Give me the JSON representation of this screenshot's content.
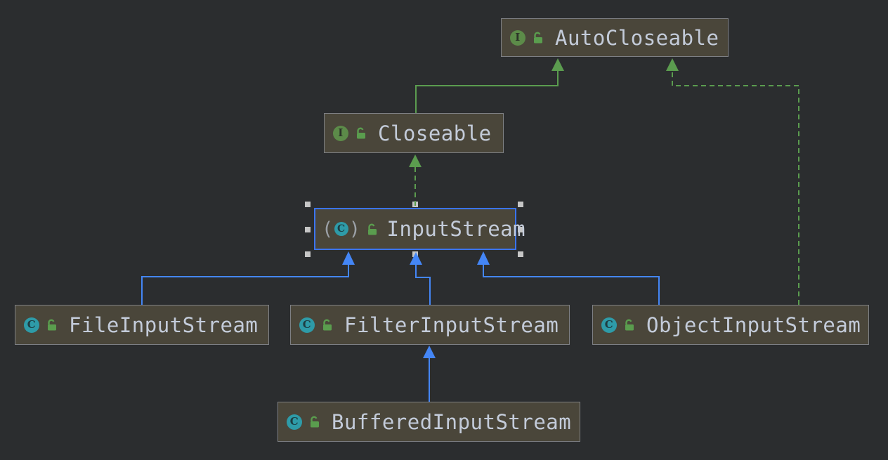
{
  "diagram": {
    "title": "Java InputStream class hierarchy UML diagram",
    "colors": {
      "background": "#2b2d2f",
      "node_fill": "#4a463a",
      "node_border": "#7e8084",
      "selected_border": "#3b74f1",
      "label_text": "#c3cbd9",
      "interface_edge_green": "#5b9c4f",
      "class_edge_blue": "#4486f6",
      "interface_icon_green": "#5c8b49",
      "class_icon_teal": "#2e9ba8",
      "unlock_icon_green": "#5a9d4e",
      "selection_handle": "#c6c6c6"
    },
    "icons": {
      "interface_letter": "I",
      "class_letter": "C",
      "abstract_paren_open": "(",
      "abstract_paren_close": ")"
    },
    "nodes": [
      {
        "id": "autocloseable",
        "label": "AutoCloseable",
        "kind": "interface",
        "type_icon": "interface-icon",
        "visibility_icon": "unlocked-icon",
        "selected": false
      },
      {
        "id": "closeable",
        "label": "Closeable",
        "kind": "interface",
        "type_icon": "interface-icon",
        "visibility_icon": "unlocked-icon",
        "selected": false
      },
      {
        "id": "inputstream",
        "label": "InputStream",
        "kind": "abstract-class",
        "type_icon": "abstract-class-icon",
        "visibility_icon": "unlocked-icon",
        "selected": true
      },
      {
        "id": "fileinputstream",
        "label": "FileInputStream",
        "kind": "class",
        "type_icon": "class-icon",
        "visibility_icon": "unlocked-icon",
        "selected": false
      },
      {
        "id": "filterinputstream",
        "label": "FilterInputStream",
        "kind": "class",
        "type_icon": "class-icon",
        "visibility_icon": "unlocked-icon",
        "selected": false
      },
      {
        "id": "objectinputstream",
        "label": "ObjectInputStream",
        "kind": "class",
        "type_icon": "class-icon",
        "visibility_icon": "unlocked-icon",
        "selected": false
      },
      {
        "id": "bufferedinputstream",
        "label": "BufferedInputStream",
        "kind": "class",
        "type_icon": "class-icon",
        "visibility_icon": "unlocked-icon",
        "selected": false
      }
    ],
    "edges": [
      {
        "from": "Closeable",
        "to": "AutoCloseable",
        "relationship": "extends",
        "line": "solid",
        "color": "green"
      },
      {
        "from": "InputStream",
        "to": "Closeable",
        "relationship": "implements",
        "line": "dashed",
        "color": "green"
      },
      {
        "from": "ObjectInputStream",
        "to": "AutoCloseable",
        "relationship": "implements",
        "line": "dashed",
        "color": "green"
      },
      {
        "from": "FileInputStream",
        "to": "InputStream",
        "relationship": "extends",
        "line": "solid",
        "color": "blue"
      },
      {
        "from": "FilterInputStream",
        "to": "InputStream",
        "relationship": "extends",
        "line": "solid",
        "color": "blue"
      },
      {
        "from": "ObjectInputStream",
        "to": "InputStream",
        "relationship": "extends",
        "line": "solid",
        "color": "blue"
      },
      {
        "from": "BufferedInputStream",
        "to": "FilterInputStream",
        "relationship": "extends",
        "line": "solid",
        "color": "blue"
      }
    ]
  }
}
